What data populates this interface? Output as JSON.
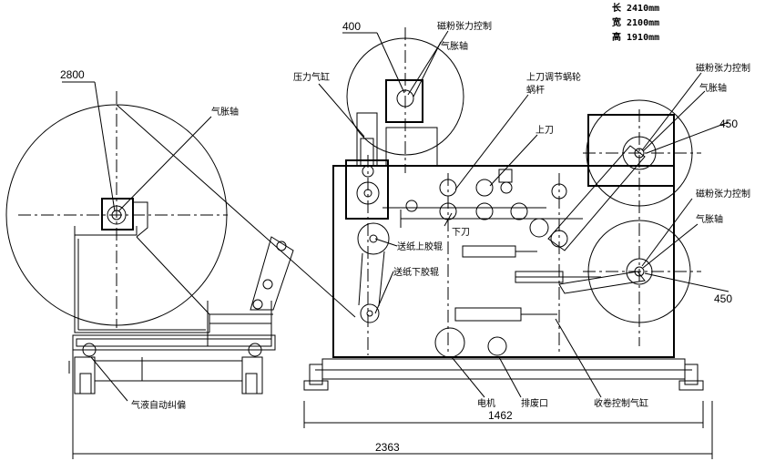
{
  "specs": {
    "length": "长 2410mm",
    "width": "宽 2100mm",
    "height": "高 1910mm"
  },
  "dimensions": {
    "unwind_dia": "2800",
    "rewind_dia_top": "450",
    "rewind_dia_bottom": "450",
    "brake_dia": "400",
    "frame_width": "1462",
    "total_length": "2363"
  },
  "labels": {
    "air_shaft_left": "气胀轴",
    "magnetic_tension_top": "磁粉张力控制",
    "air_shaft_top": "气胀轴",
    "pressure_cylinder": "压力气缸",
    "upper_knife_adjust_1": "上刀调节蜗轮",
    "upper_knife_adjust_2": "蜗杆",
    "upper_knife": "上刀",
    "lower_knife": "下刀",
    "magnetic_tension_right_top": "磁粉张力控制",
    "air_shaft_right_top": "气胀轴",
    "magnetic_tension_right_bottom": "磁粉张力控制",
    "air_shaft_right_bottom": "气胀轴",
    "feed_upper_roller": "送纸上胶辊",
    "feed_lower_roller": "送纸下胶辊",
    "auto_correction": "气液自动纠偏",
    "motor": "电机",
    "waste_outlet": "排废口",
    "rewind_cylinder": "收卷控制气缸"
  }
}
